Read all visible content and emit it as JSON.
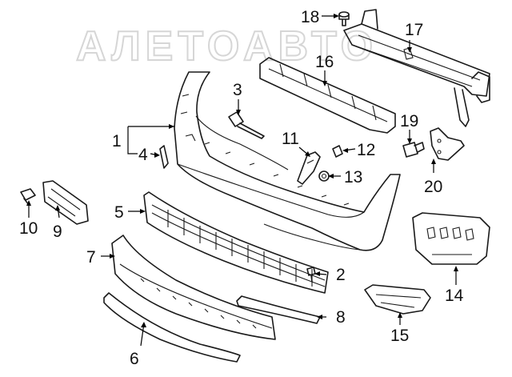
{
  "watermark": {
    "text": "АЛЕТОАВТО"
  },
  "callouts": [
    {
      "id": "1",
      "label": "1"
    },
    {
      "id": "2",
      "label": "2"
    },
    {
      "id": "3",
      "label": "3"
    },
    {
      "id": "4",
      "label": "4"
    },
    {
      "id": "5",
      "label": "5"
    },
    {
      "id": "6",
      "label": "6"
    },
    {
      "id": "7",
      "label": "7"
    },
    {
      "id": "8",
      "label": "8"
    },
    {
      "id": "9",
      "label": "9"
    },
    {
      "id": "10",
      "label": "10"
    },
    {
      "id": "11",
      "label": "11"
    },
    {
      "id": "12",
      "label": "12"
    },
    {
      "id": "13",
      "label": "13"
    },
    {
      "id": "14",
      "label": "14"
    },
    {
      "id": "15",
      "label": "15"
    },
    {
      "id": "16",
      "label": "16"
    },
    {
      "id": "17",
      "label": "17"
    },
    {
      "id": "18",
      "label": "18"
    },
    {
      "id": "19",
      "label": "19"
    },
    {
      "id": "20",
      "label": "20"
    }
  ]
}
